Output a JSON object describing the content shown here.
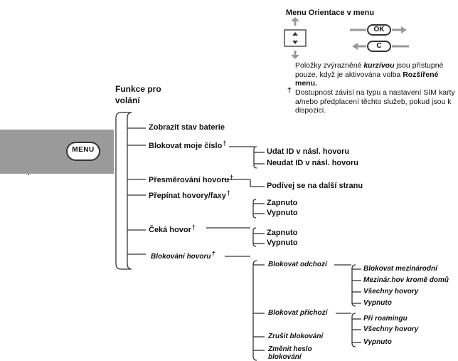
{
  "legend": {
    "title": "Menu Orientace v menu",
    "ok_key": "OK",
    "c_key": "C",
    "note_part1": "Položky zvýrazněné",
    "note_italic": "kurzívou",
    "note_part2": "jsou přístupné pouze, když je aktivována volba",
    "note_bold": "Rozšířené menu.",
    "dagger": "†",
    "dagger_note": "Dostupnost závisí na typu a nastavení SIM karty a/nebo předplacení těchto služeb, pokud jsou k dispozici."
  },
  "phone": {
    "menu_key": "MENU"
  },
  "tree": {
    "title_line1": "Funkce pro",
    "title_line2": "volání",
    "item1": "Zobrazit stav baterie",
    "item2": "Blokovat moje číslo",
    "item2_sub1": "Udat ID v násl. hovoru",
    "item2_sub2": "Neudat ID v násl. hovoru",
    "item3": "Přesměrování hovoru",
    "item3_sub1": "Podívej se na další stranu",
    "item4": "Přepínat hovory/faxy",
    "item4_sub1": "Zapnuto",
    "item4_sub2": "Vypnuto",
    "item5": "Čeká hovor",
    "item5_sub1": "Zapnuto",
    "item5_sub2": "Vypnuto",
    "item6": "Blokování hovoru",
    "item6_sub1": "Blokovat odchozí",
    "item6_sub1_a": "Blokovat mezinárodní",
    "item6_sub1_b": "Mezinár.hov kromě domů",
    "item6_sub1_c": "Všechny hovory",
    "item6_sub1_d": "Vypnuto",
    "item6_sub2": "Blokovat příchozí",
    "item6_sub2_a": "Při roamingu",
    "item6_sub2_b": "Všechny hovory",
    "item6_sub2_c": "Vypnuto",
    "item6_sub3": "Zrušit blokování",
    "item6_sub4_line1": "Změnit heslo",
    "item6_sub4_line2": "blokování",
    "dagger": "†"
  }
}
